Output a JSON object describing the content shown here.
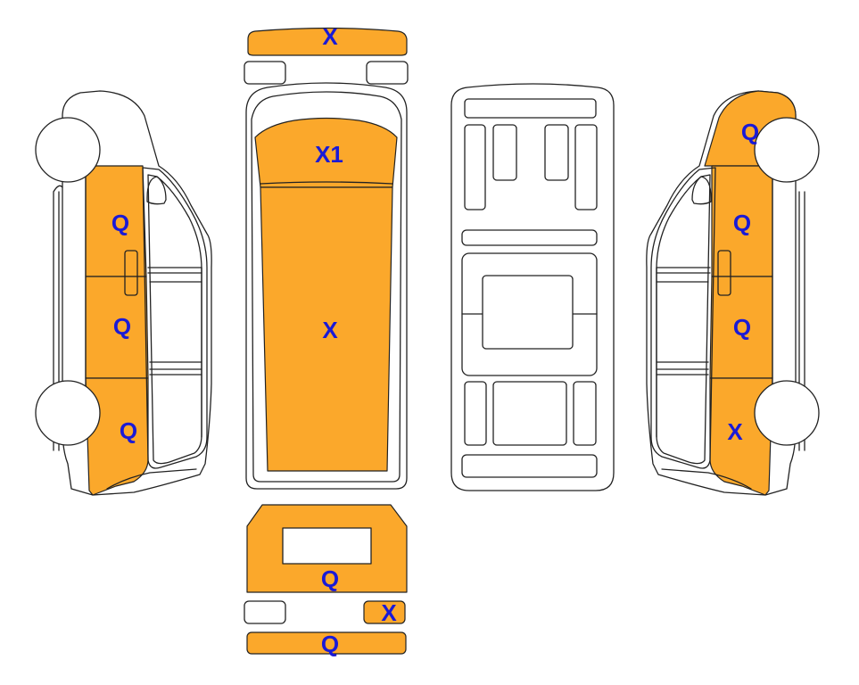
{
  "colors": {
    "panel_fill": "#FBA82B",
    "label_text": "#1A1AD6",
    "outline": "#222222"
  },
  "labels": {
    "top_bumper": "X",
    "roof_front": "X1",
    "roof_main": "X",
    "left_front": "Q",
    "left_middle": "Q",
    "left_rear": "Q",
    "right_front": "Q",
    "right_upper_middle": "Q",
    "right_lower_middle": "Q",
    "right_rear": "X",
    "rear_door": "Q",
    "rear_light": "X",
    "rear_bumper": "Q"
  }
}
